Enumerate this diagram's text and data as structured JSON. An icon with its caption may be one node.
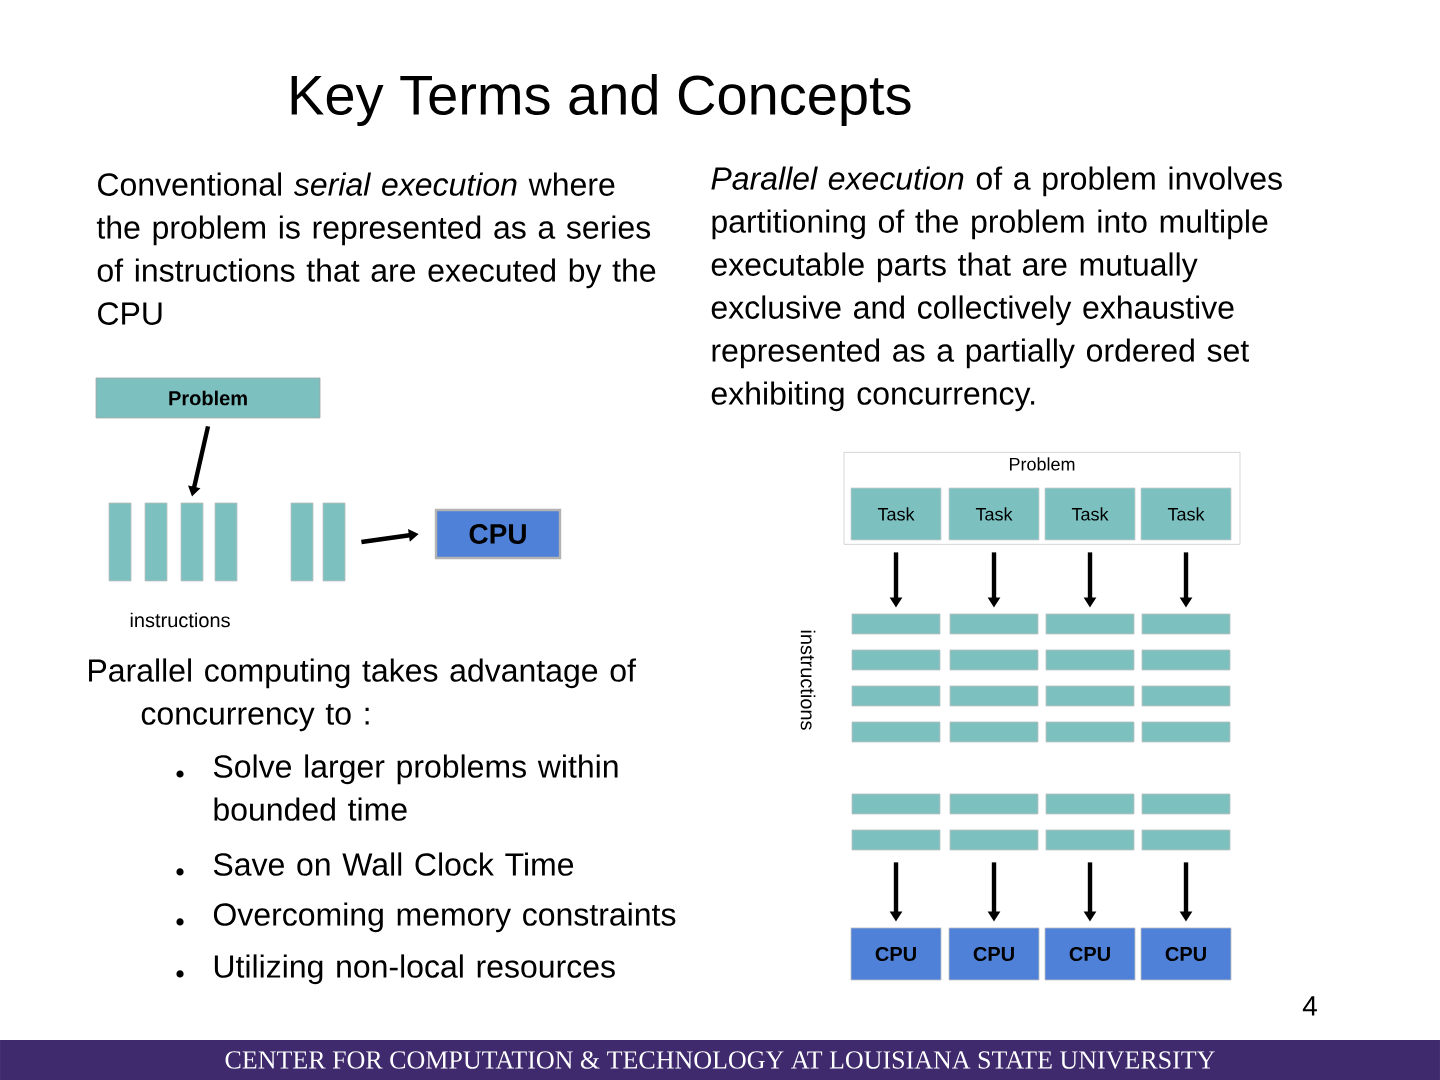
{
  "diagram": {
    "title": "Key Terms and Concepts",
    "nodes": [
      {
        "text": [
          "Problem"
        ]
      },
      {
        "text": [],
        "shape": "bar"
      },
      {
        "text": [],
        "shape": "bar"
      },
      {
        "text": [],
        "shape": "bar"
      },
      {
        "text": [],
        "shape": "bar"
      },
      {
        "text": [],
        "shape": "bar"
      },
      {
        "text": [],
        "shape": "bar"
      },
      {
        "text": [
          "CPU"
        ]
      },
      {
        "text": [
          "Problem"
        ]
      },
      {
        "text": [
          "Task"
        ],
        "in": 8
      },
      {
        "text": [
          "Task"
        ],
        "in": 8
      },
      {
        "text": [
          "Task"
        ],
        "in": 8
      },
      {
        "text": [
          "Task"
        ],
        "in": 8
      },
      {
        "text": [],
        "shape": "bar"
      },
      {
        "text": [],
        "shape": "bar"
      },
      {
        "text": [],
        "shape": "bar"
      },
      {
        "text": [],
        "shape": "bar"
      },
      {
        "text": [],
        "shape": "bar"
      },
      {
        "text": [],
        "shape": "bar"
      },
      {
        "text": [],
        "shape": "bar"
      },
      {
        "text": [],
        "shape": "bar"
      },
      {
        "text": [],
        "shape": "bar"
      },
      {
        "text": [],
        "shape": "bar"
      },
      {
        "text": [],
        "shape": "bar"
      },
      {
        "text": [],
        "shape": "bar"
      },
      {
        "text": [],
        "shape": "bar"
      },
      {
        "text": [],
        "shape": "bar"
      },
      {
        "text": [],
        "shape": "bar"
      },
      {
        "text": [],
        "shape": "bar"
      },
      {
        "text": [],
        "shape": "bar"
      },
      {
        "text": [],
        "shape": "bar"
      },
      {
        "text": [],
        "shape": "bar"
      },
      {
        "text": [],
        "shape": "bar"
      },
      {
        "text": [],
        "shape": "bar"
      },
      {
        "text": [],
        "shape": "bar"
      },
      {
        "text": [],
        "shape": "bar"
      },
      {
        "text": [],
        "shape": "bar"
      },
      {
        "text": [
          "CPU"
        ]
      },
      {
        "text": [
          "CPU"
        ]
      },
      {
        "text": [
          "CPU"
        ]
      },
      {
        "text": [
          "CPU"
        ]
      }
    ],
    "edges": [
      {
        "from": 0,
        "to": 3,
        "arrow": "to"
      },
      {
        "from": 6,
        "to": 7,
        "arrow": "to"
      },
      {
        "from": 9,
        "to": 13,
        "arrow": "to"
      },
      {
        "from": 10,
        "to": 14,
        "arrow": "to"
      },
      {
        "from": 11,
        "to": 15,
        "arrow": "to"
      },
      {
        "from": 12,
        "to": 16,
        "arrow": "to"
      },
      {
        "from": 33,
        "to": 37,
        "arrow": "to"
      },
      {
        "from": 34,
        "to": 38,
        "arrow": "to"
      },
      {
        "from": 35,
        "to": 39,
        "arrow": "to"
      },
      {
        "from": 36,
        "to": 40,
        "arrow": "to"
      }
    ],
    "labels": [
      "Conventional *serial execution* where the problem is represented as a series of instructions that are executed by the CPU",
      "*Parallel execution* of a problem involves partitioning of the problem into multiple executable parts that are mutually exclusive and collectively exhaustive represented as a partially ordered set exhibiting concurrency.",
      "instructions",
      "instructions",
      "Parallel computing takes advantage of concurrency to :",
      "Solve larger problems within bounded time",
      "Save on Wall Clock Time",
      "Overcoming memory constraints",
      "Utilizing non-local resources",
      "4",
      "CENTER FOR COMPUTATION & TECHNOLOGY AT LOUISIANA STATE UNIVERSITY"
    ]
  }
}
